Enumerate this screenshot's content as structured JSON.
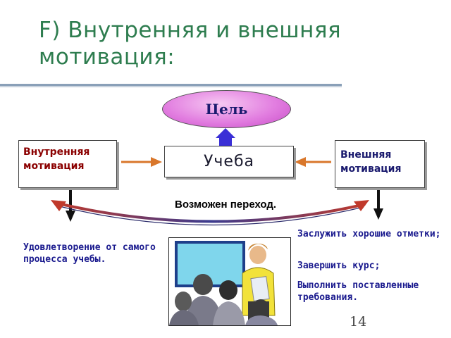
{
  "title": "F) Внутренняя и внешняя мотивация:",
  "goal_label": "Цель",
  "center_label": "Учеба",
  "left_box_label": "Внутренняя\nмотивация",
  "right_box_label": "Внешняя\nмотивация",
  "transition_label": "Возможен переход.",
  "intrinsic_note": "Удовлетворение от самого процесса учебы.",
  "extrinsic_notes": [
    "Заслужить хорошие отметки;",
    "Завершить курс;",
    "Выполнить поставленные требования."
  ],
  "page_number": "14",
  "colors": {
    "title": "#2e7d4f",
    "goal_fill": "#e27ee0",
    "arrow_orange": "#d9772b",
    "arrow_blue": "#3a2fd6",
    "curve_arrow": "#c0392b",
    "note_text": "#1a1a8e"
  },
  "illustration": "teacher-with-students-clipart"
}
